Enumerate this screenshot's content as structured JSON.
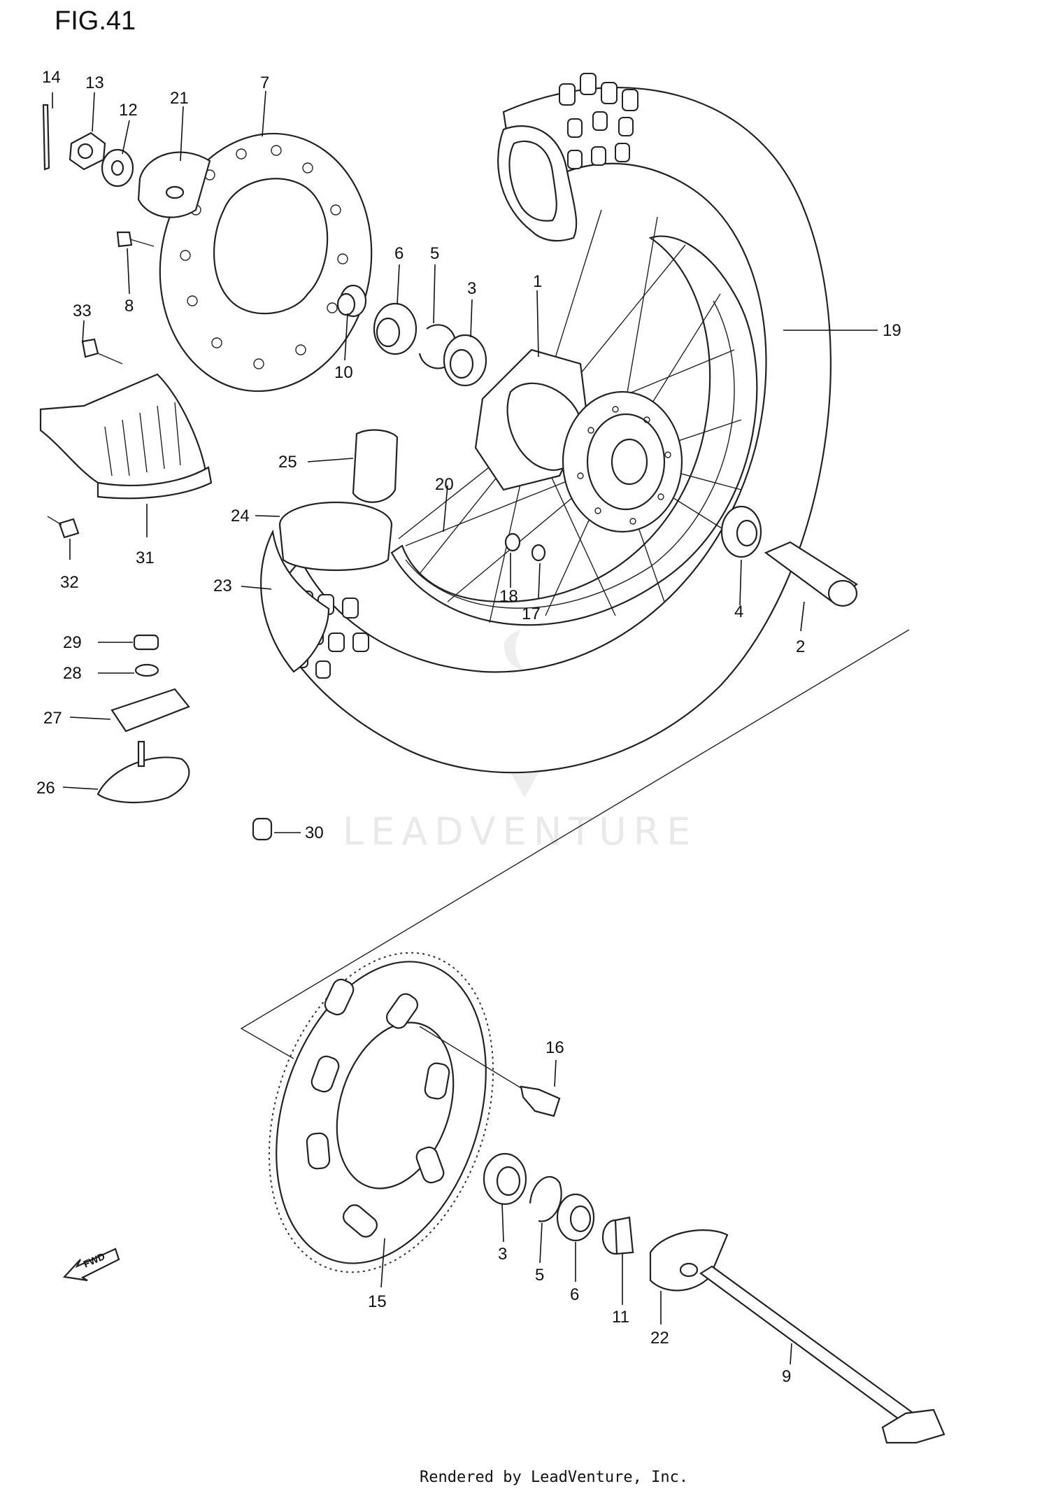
{
  "figure": {
    "title": "FIG.41",
    "footer": "Rendered by LeadVenture, Inc.",
    "watermark": "LEADVENTURE",
    "fwd_label": "FWD"
  },
  "callouts": [
    {
      "id": "p14",
      "label": "14"
    },
    {
      "id": "p13",
      "label": "13"
    },
    {
      "id": "p12",
      "label": "12"
    },
    {
      "id": "p21",
      "label": "21"
    },
    {
      "id": "p7",
      "label": "7"
    },
    {
      "id": "p8",
      "label": "8"
    },
    {
      "id": "p6a",
      "label": "6"
    },
    {
      "id": "p5a",
      "label": "5"
    },
    {
      "id": "p3a",
      "label": "3"
    },
    {
      "id": "p1",
      "label": "1"
    },
    {
      "id": "p10",
      "label": "10"
    },
    {
      "id": "p33",
      "label": "33"
    },
    {
      "id": "p19",
      "label": "19"
    },
    {
      "id": "p25",
      "label": "25"
    },
    {
      "id": "p20",
      "label": "20"
    },
    {
      "id": "p24",
      "label": "24"
    },
    {
      "id": "p31",
      "label": "31"
    },
    {
      "id": "p32",
      "label": "32"
    },
    {
      "id": "p23",
      "label": "23"
    },
    {
      "id": "p18",
      "label": "18"
    },
    {
      "id": "p17",
      "label": "17"
    },
    {
      "id": "p4",
      "label": "4"
    },
    {
      "id": "p2",
      "label": "2"
    },
    {
      "id": "p29",
      "label": "29"
    },
    {
      "id": "p28",
      "label": "28"
    },
    {
      "id": "p27",
      "label": "27"
    },
    {
      "id": "p26",
      "label": "26"
    },
    {
      "id": "p30",
      "label": "30"
    },
    {
      "id": "p16",
      "label": "16"
    },
    {
      "id": "p15",
      "label": "15"
    },
    {
      "id": "p3b",
      "label": "3"
    },
    {
      "id": "p5b",
      "label": "5"
    },
    {
      "id": "p6b",
      "label": "6"
    },
    {
      "id": "p11",
      "label": "11"
    },
    {
      "id": "p22",
      "label": "22"
    },
    {
      "id": "p9",
      "label": "9"
    }
  ]
}
